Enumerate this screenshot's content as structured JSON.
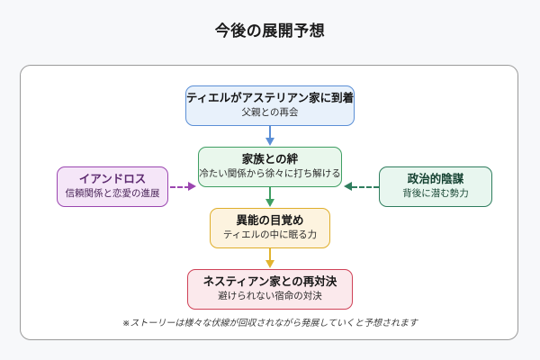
{
  "page": {
    "title": "今後の展開予想",
    "background_color": "#f7f8fa"
  },
  "diagram": {
    "card_background": "#ffffff",
    "card_border_color": "#9a9a9a",
    "nodes": [
      {
        "id": "arrival",
        "title": "ティエルがアステリアン家に到着",
        "subtitle": "父親との再会",
        "fill": "#e8f1fb",
        "border": "#5b8fd6"
      },
      {
        "id": "bond",
        "title": "家族との絆",
        "subtitle": "冷たい関係から徐々に打ち解ける",
        "fill": "#e9f7ec",
        "border": "#3f9e63"
      },
      {
        "id": "power",
        "title": "異能の目覚め",
        "subtitle": "ティエルの中に眠る力",
        "fill": "#fdf3df",
        "border": "#dfae2a"
      },
      {
        "id": "rematch",
        "title": "ネスティアン家との再対決",
        "subtitle": "避けられない宿命の対決",
        "fill": "#fbe9ec",
        "border": "#cf4257"
      },
      {
        "id": "iandros",
        "title": "イアンドロス",
        "subtitle": "信頼関係と恋愛の進展",
        "fill": "#f5e6f8",
        "border": "#9b46b0"
      },
      {
        "id": "plot",
        "title": "政治的陰謀",
        "subtitle": "背後に潜む勢力",
        "fill": "#e8f6ef",
        "border": "#2f7d5e"
      }
    ],
    "connectors": [
      {
        "id": "arrival-to-bond",
        "style": "solid",
        "direction": "down",
        "color": "#5b8fd6"
      },
      {
        "id": "bond-to-power",
        "style": "solid",
        "direction": "down",
        "color": "#3f9e63"
      },
      {
        "id": "power-to-rematch",
        "style": "solid",
        "direction": "down",
        "color": "#e2b32e"
      },
      {
        "id": "iandros-to-bond",
        "style": "dashed",
        "direction": "right",
        "color": "#9b46b0"
      },
      {
        "id": "plot-to-bond",
        "style": "dashed",
        "direction": "left",
        "color": "#2f7d5e"
      }
    ],
    "footer_note": "※ストーリーは様々な伏線が回収されながら発展していくと予想されます"
  }
}
